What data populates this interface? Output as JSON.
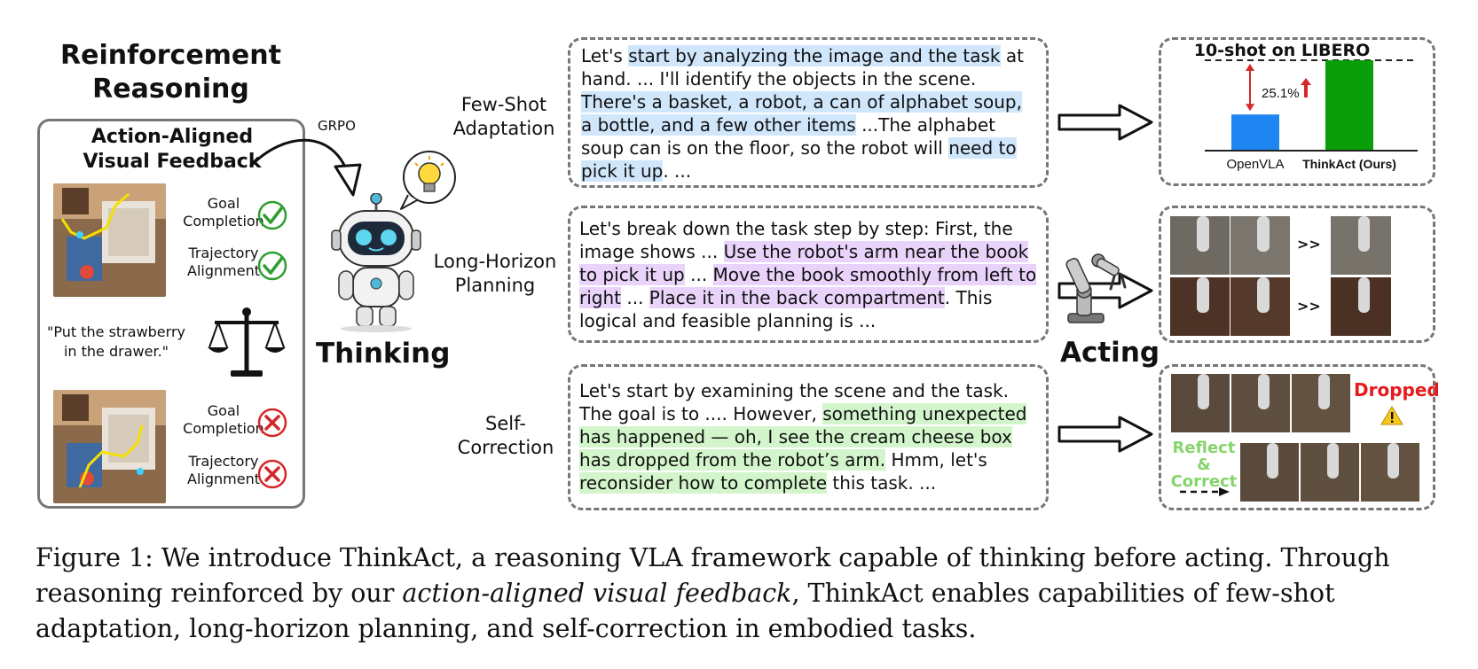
{
  "left": {
    "title_line1": "Reinforcement",
    "title_line2": "Reasoning",
    "panel_title_line1": "Action-Aligned",
    "panel_title_line2": "Visual Feedback",
    "success_case": {
      "criterion1_line1": "Goal",
      "criterion1_line2": "Completion",
      "criterion2_line1": "Trajectory",
      "criterion2_line2": "Alignment",
      "mark1": "check-icon",
      "mark2": "check-icon"
    },
    "instruction_line1": "\"Put the strawberry",
    "instruction_line2": "in the drawer.\"",
    "failure_case": {
      "criterion1_line1": "Goal",
      "criterion1_line2": "Completion",
      "criterion2_line1": "Trajectory",
      "criterion2_line2": "Alignment",
      "mark1": "cross-icon",
      "mark2": "cross-icon"
    }
  },
  "middle": {
    "grpo_label": "GRPO",
    "thinking_label": "Thinking"
  },
  "abilities": [
    {
      "line1": "Few-Shot",
      "line2": "Adaptation"
    },
    {
      "line1": "Long-Horizon",
      "line2": "Planning"
    },
    {
      "line1": "Self-",
      "line2": "Correction"
    }
  ],
  "reasoning": {
    "few_shot": [
      {
        "t": "Let's ",
        "h": ""
      },
      {
        "t": "start by analyzing the image and the task",
        "h": "b"
      },
      {
        "t": " at hand. ... I'll identify the objects in the scene. ",
        "h": ""
      },
      {
        "t": "There's a basket, a robot, a can of alphabet soup, a bottle, and a few other items",
        "h": "b"
      },
      {
        "t": " ...The alphabet soup can is on the floor, so the robot will ",
        "h": ""
      },
      {
        "t": "need to pick it up",
        "h": "b"
      },
      {
        "t": ". ...",
        "h": ""
      }
    ],
    "long_horizon": [
      {
        "t": "Let's break down the task step by step: First, the image shows ... ",
        "h": ""
      },
      {
        "t": "Use the robot's arm near the book to pick it up",
        "h": "p"
      },
      {
        "t": " ... ",
        "h": ""
      },
      {
        "t": "Move the book smoothly from left to right",
        "h": "p"
      },
      {
        "t": " ... ",
        "h": ""
      },
      {
        "t": "Place it in the back compartment",
        "h": "p"
      },
      {
        "t": ". This logical and feasible planning is ...",
        "h": ""
      }
    ],
    "self_correction": [
      {
        "t": "Let's start by examining the scene and the task. The goal is to .... However, ",
        "h": ""
      },
      {
        "t": "something unexpected has happened — oh, I see the cream cheese box has dropped from the robot’s arm.",
        "h": "g"
      },
      {
        "t": " Hmm, let's ",
        "h": ""
      },
      {
        "t": "reconsider how to complete",
        "h": "g"
      },
      {
        "t": " this task. ...",
        "h": ""
      }
    ]
  },
  "chart_data": {
    "type": "bar",
    "title": "10-shot on LIBERO",
    "categories": [
      "OpenVLA",
      "ThinkAct (Ours)"
    ],
    "values": [
      0.4,
      1.0
    ],
    "colors": [
      "#1f85f0",
      "#0a9e0a"
    ],
    "annotation": "25.1%",
    "arrow_color": "#d62728"
  },
  "right": {
    "acting_label": "Acting",
    "dropped_label": "Dropped",
    "reflect_line1": "Reflect",
    "reflect_line2": "&",
    "reflect_line3": "Correct",
    "sequence_sep": ">>"
  },
  "caption": {
    "part1": "Figure 1: We introduce ThinkAct, a reasoning VLA framework capable of thinking before acting. Through reasoning reinforced by our ",
    "italic": "action-aligned visual feedback",
    "part2": ", ThinkAct enables capabilities of few-shot adaptation, long-horizon planning, and self-correction in embodied tasks."
  }
}
